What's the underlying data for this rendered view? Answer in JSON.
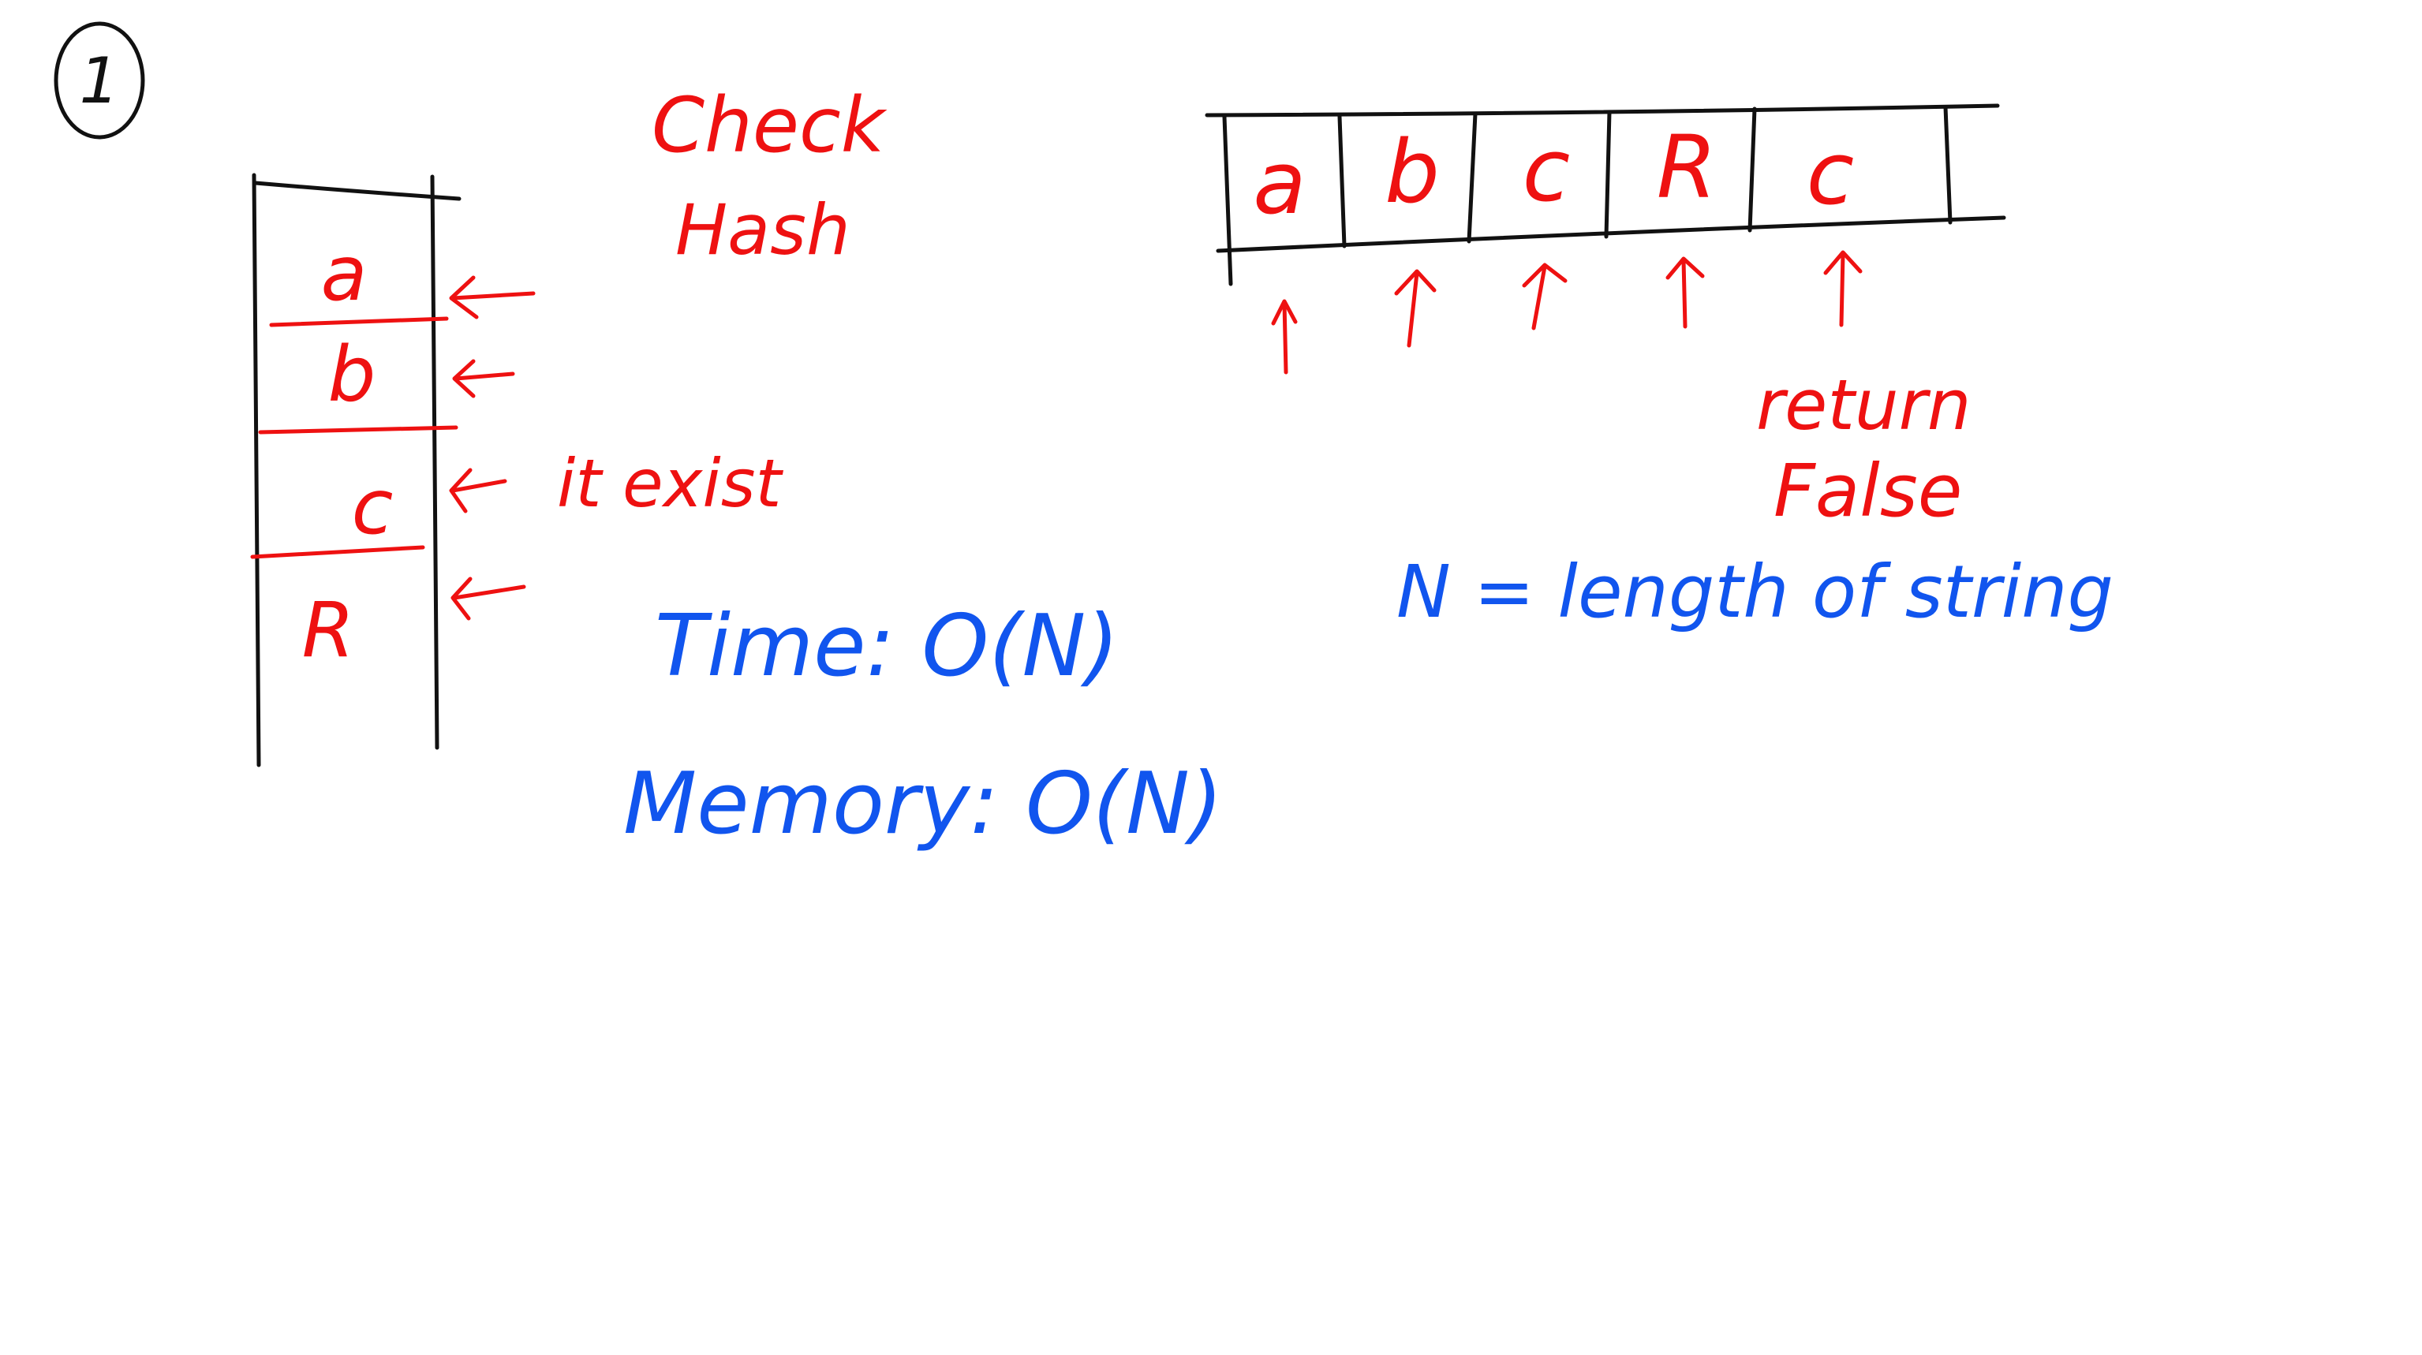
{
  "step_number": "1",
  "stack_items": [
    "a",
    "b",
    "c",
    "R"
  ],
  "stack_note": "it exist",
  "method_label_line1": "Check",
  "method_label_line2": "Hash",
  "string_chars": [
    "a",
    "b",
    "c",
    "R",
    "c"
  ],
  "result_line1": "return",
  "result_line2": "False",
  "n_definition": "N = length of string",
  "time_complexity": "Time: O(N)",
  "memory_complexity": "Memory: O(N)",
  "colors": {
    "black_ink": "#111111",
    "red_ink": "#ee1111",
    "blue_ink": "#1155ee"
  }
}
